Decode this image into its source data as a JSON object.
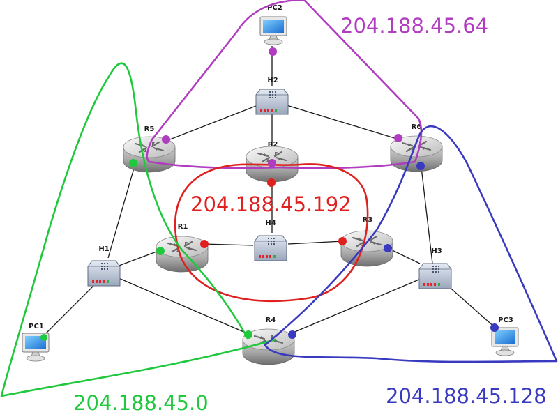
{
  "devices": {
    "pc1": {
      "label": "PC1"
    },
    "pc2": {
      "label": "PC2"
    },
    "pc3": {
      "label": "PC3"
    },
    "h1": {
      "label": "H1"
    },
    "h2": {
      "label": "H2"
    },
    "h3": {
      "label": "H3"
    },
    "h4": {
      "label": "H4"
    },
    "r1": {
      "label": "R1"
    },
    "r2": {
      "label": "R2"
    },
    "r3": {
      "label": "R3"
    },
    "r4": {
      "label": "R4"
    },
    "r5": {
      "label": "R5"
    },
    "r6": {
      "label": "R6"
    }
  },
  "subnets": {
    "purple": {
      "label": "204.188.45.64",
      "color": "#b03cc0"
    },
    "red": {
      "label": "204.188.45.192",
      "color": "#e01f1f"
    },
    "green": {
      "label": "204.188.45.0",
      "color": "#1fc83c"
    },
    "blue": {
      "label": "204.188.45.128",
      "color": "#3a3ac0"
    }
  }
}
